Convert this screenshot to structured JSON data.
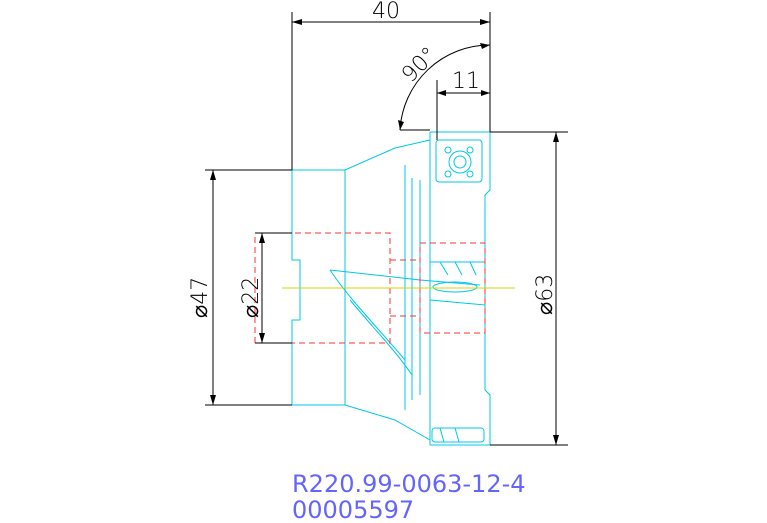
{
  "drawing": {
    "dimensions": {
      "overall_length": "40",
      "insert_width": "11",
      "angle": "90°",
      "bore_diameter": "⌀22",
      "hub_diameter": "⌀47",
      "cutter_diameter": "⌀63"
    },
    "part_number": "R220.99-0063-12-4",
    "article_number": "00005597",
    "colors": {
      "outline": "#00c8e6",
      "hidden_lines": "#ff3232",
      "dimensions": "#000000",
      "text": "#6464ff",
      "centerline": "#d4d400"
    }
  }
}
